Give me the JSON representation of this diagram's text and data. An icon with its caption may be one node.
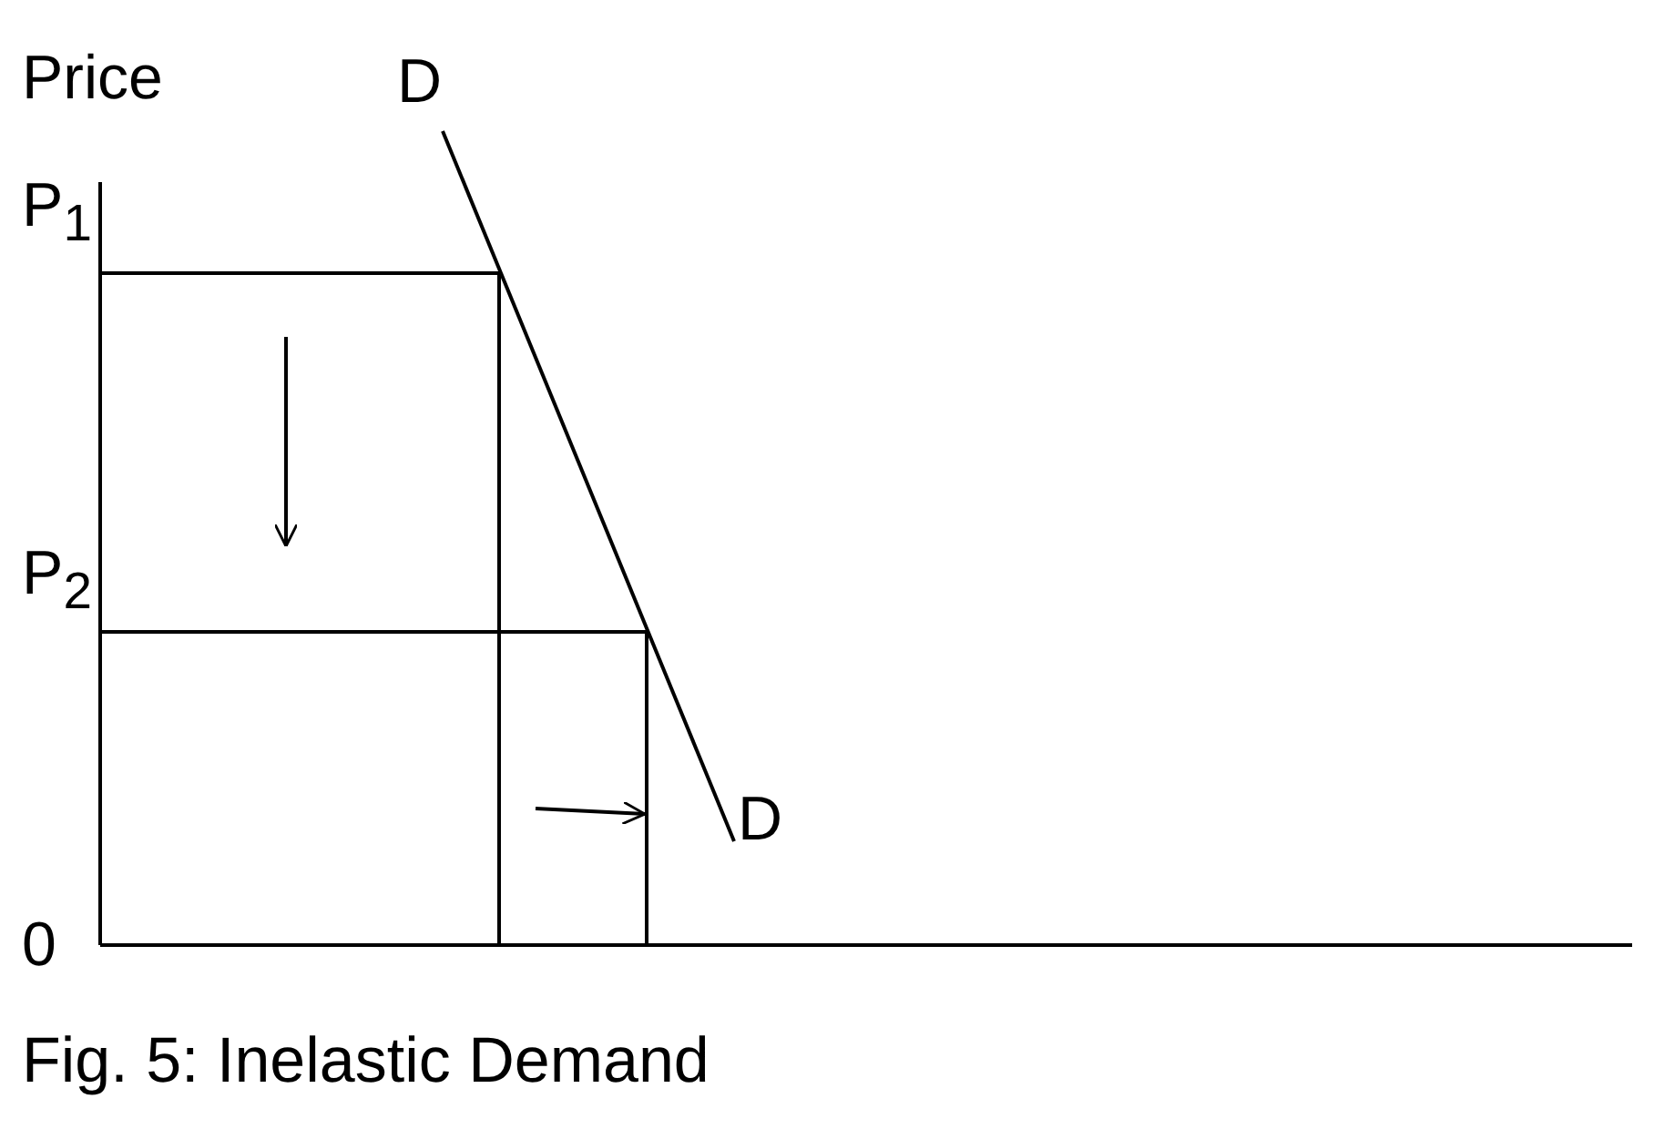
{
  "diagram": {
    "caption": "Fig. 5: Inelastic Demand",
    "labels": [
      "Price",
      "D",
      "P$_{1}$",
      "P$_{2}$",
      "D",
      "0"
    ]
  }
}
